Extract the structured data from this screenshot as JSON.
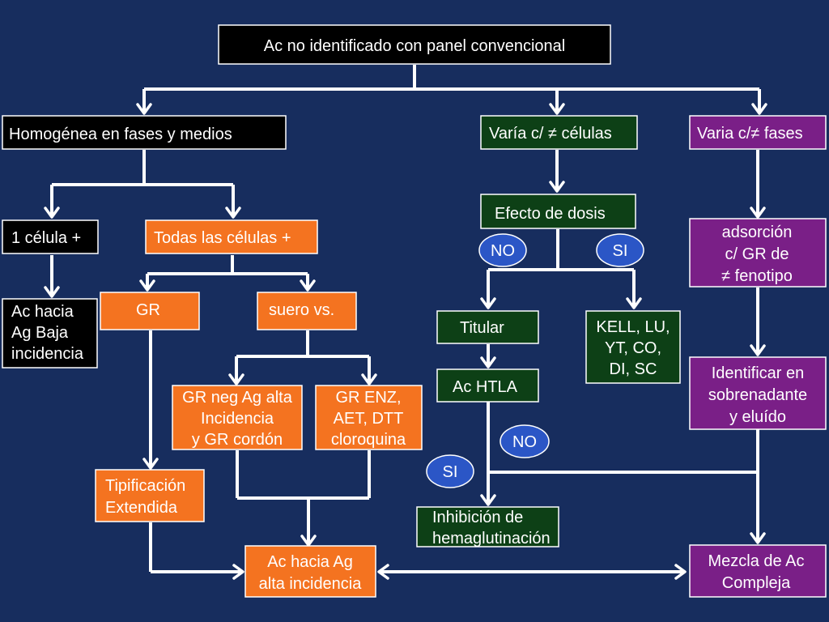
{
  "colors": {
    "background": "#172d5e",
    "black_box": "#000000",
    "orange_box": "#f47320",
    "green_box": "#0d4016",
    "purple_box": "#7a1f87",
    "tag_fill": "#2b56c6",
    "line": "#ffffff"
  },
  "nodes": {
    "root": [
      "Ac no identificado con panel convencional"
    ],
    "homogenea": [
      "Homogénea en fases y medios"
    ],
    "varia_celulas": [
      "Varía c/ ≠ células"
    ],
    "varia_fases": [
      "Varia c/≠ fases"
    ],
    "una_celula": [
      "1 célula +"
    ],
    "todas_celulas": [
      "Todas las células +"
    ],
    "ac_baja": [
      "Ac hacia",
      "Ag Baja",
      "incidencia"
    ],
    "gr": [
      "GR"
    ],
    "suero_vs": [
      "suero vs."
    ],
    "gr_neg": [
      "GR neg Ag alta",
      "Incidencia",
      "y GR cordón"
    ],
    "gr_enz": [
      "GR ENZ,",
      "AET, DTT",
      "cloroquina"
    ],
    "tipificacion": [
      "Tipificación",
      "Extendida"
    ],
    "ac_alta": [
      "Ac hacia Ag",
      "alta incidencia"
    ],
    "efecto_dosis": [
      "Efecto de dosis"
    ],
    "titular": [
      "Titular"
    ],
    "ac_htla": [
      "Ac HTLA"
    ],
    "kell": [
      "KELL, LU,",
      "YT, CO,",
      "DI, SC"
    ],
    "inhibicion": [
      "Inhibición de",
      "hemaglutinación"
    ],
    "adsorcion": [
      "adsorción",
      "c/ GR de",
      "≠ fenotipo"
    ],
    "identificar": [
      "Identificar en",
      "sobrenadante",
      "y eluído"
    ],
    "mezcla": [
      "Mezcla de Ac",
      "Compleja"
    ]
  },
  "tags": {
    "no_dosis": "NO",
    "si_dosis": "SI",
    "no_htla": "NO",
    "si_htla": "SI"
  }
}
